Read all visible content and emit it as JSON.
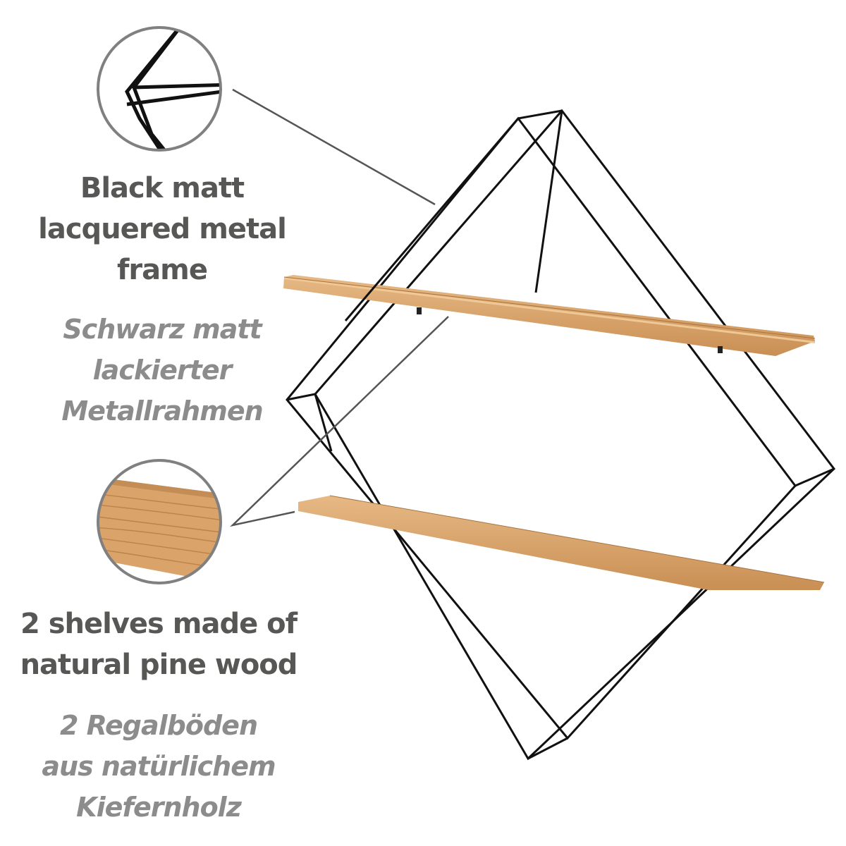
{
  "frame": {
    "title_en": [
      "Black matt",
      "lacquered metal",
      "frame"
    ],
    "title_de": [
      "Schwarz matt",
      "lackierter",
      "Metallrahmen"
    ]
  },
  "shelves": {
    "title_en": [
      "2 shelves made of",
      "natural pine wood"
    ],
    "title_de": [
      "2 Regalböden",
      "aus natürlichem",
      "Kiefernholz"
    ]
  },
  "colors": {
    "metal": "#111111",
    "wood": "#d9a36a",
    "wood_dark": "#b8844f",
    "circle_border": "#808080",
    "text_en": "#575756",
    "text_de": "#8c8c8c"
  },
  "icons": [
    "metal-corner-detail-icon",
    "wood-grain-detail-icon"
  ]
}
